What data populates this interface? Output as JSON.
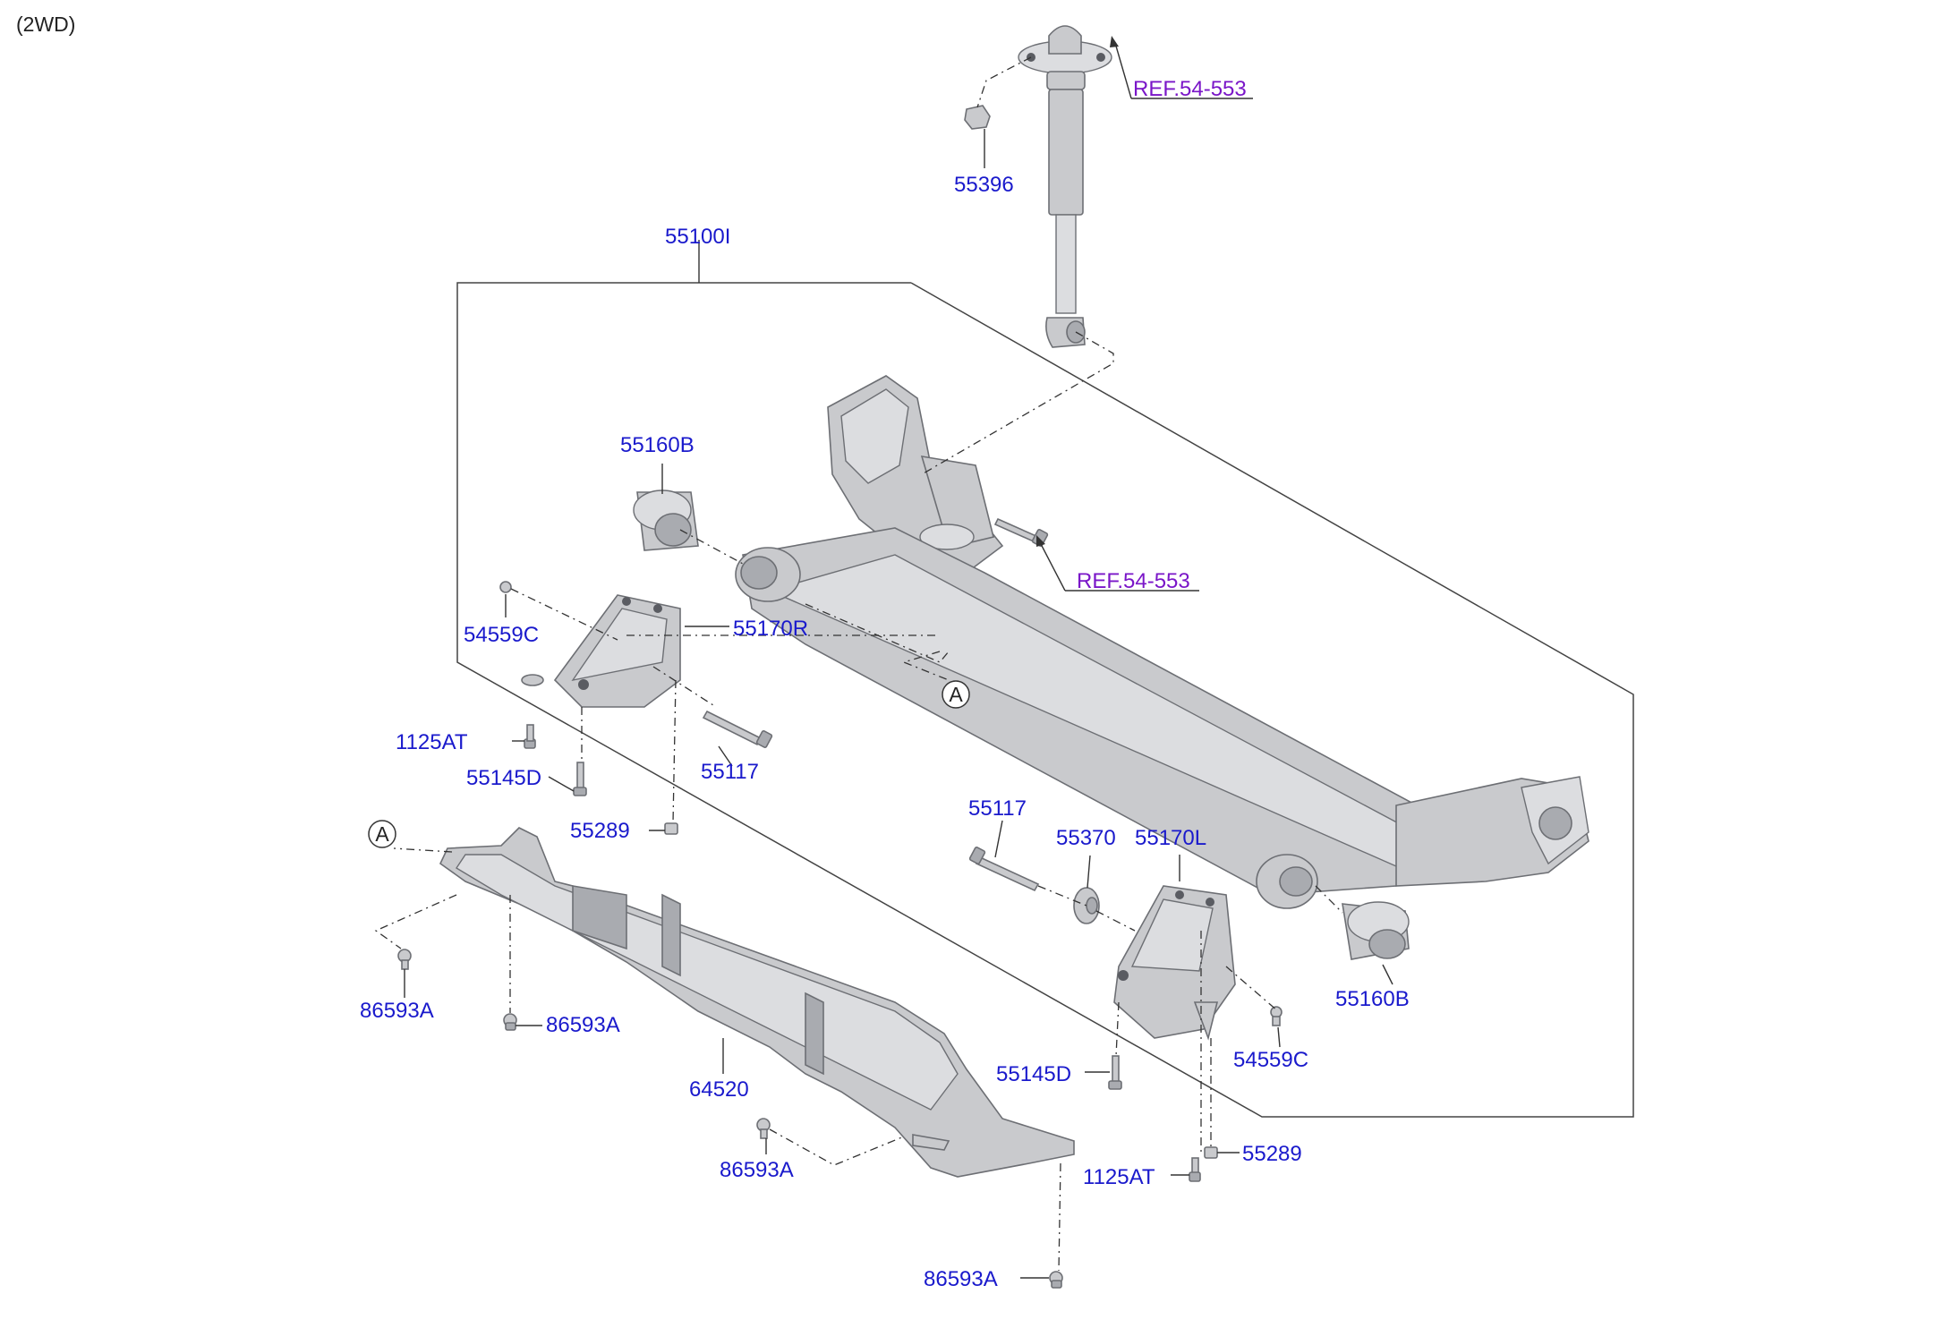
{
  "title": "(2WD)",
  "colors": {
    "part_label": "#1a1acc",
    "ref_label": "#7a16c8",
    "line": "#333333",
    "part_fill": "#c9cacd"
  },
  "labels": {
    "p55396": "55396",
    "p55100i": "55100I",
    "p55160b_top": "55160B",
    "p54559c_left": "54559C",
    "p55170r": "55170R",
    "p1125at_left": "1125AT",
    "p55145d_left": "55145D",
    "p55117_left": "55117",
    "p55289_left": "55289",
    "p55117_right": "55117",
    "p55370": "55370",
    "p55170l": "55170L",
    "p55160b_right": "55160B",
    "p54559c_right": "54559C",
    "p55145d_right": "55145D",
    "p55289_right": "55289",
    "p1125at_right": "1125AT",
    "p86593a_1": "86593A",
    "p86593a_2": "86593A",
    "p86593a_3": "86593A",
    "p86593a_4": "86593A",
    "p64520": "64520"
  },
  "refs": {
    "top": "REF.54-553",
    "mid": "REF.54-553"
  },
  "markers": {
    "a1": "A",
    "a2": "A"
  }
}
